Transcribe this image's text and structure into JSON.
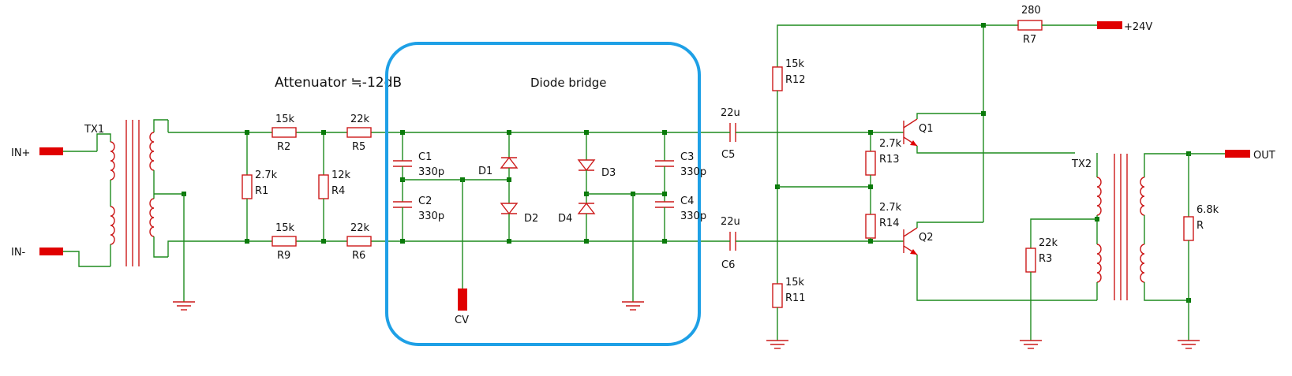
{
  "titles": {
    "attenuator": "Attenuator ≒-12dB",
    "diode_bridge": "Diode bridge"
  },
  "ports": {
    "in_plus": "IN+",
    "in_minus": "IN-",
    "out": "OUT",
    "cv": "CV",
    "supply": "+24V"
  },
  "components": {
    "tx1": "TX1",
    "tx2": "TX2",
    "r1": {
      "name": "R1",
      "value": "2.7k"
    },
    "r2": {
      "name": "R2",
      "value": "15k"
    },
    "r3": {
      "name": "R3",
      "value": "22k"
    },
    "r4": {
      "name": "R4",
      "value": "12k"
    },
    "r5": {
      "name": "R5",
      "value": "22k"
    },
    "r6": {
      "name": "R6",
      "value": "22k"
    },
    "r7": {
      "name": "R7",
      "value": "280"
    },
    "r9": {
      "name": "R9",
      "value": "15k"
    },
    "r11": {
      "name": "R11",
      "value": "15k"
    },
    "r12": {
      "name": "R12",
      "value": "15k"
    },
    "r13": {
      "name": "R13",
      "value": "2.7k"
    },
    "r14": {
      "name": "R14",
      "value": "2.7k"
    },
    "rload": {
      "name": "R",
      "value": "6.8k"
    },
    "c1": {
      "name": "C1",
      "value": "330p"
    },
    "c2": {
      "name": "C2",
      "value": "330p"
    },
    "c3": {
      "name": "C3",
      "value": "330p"
    },
    "c4": {
      "name": "C4",
      "value": "330p"
    },
    "c5": {
      "name": "C5",
      "value": "22u"
    },
    "c6": {
      "name": "C6",
      "value": "22u"
    },
    "d1": "D1",
    "d2": "D2",
    "d3": "D3",
    "d4": "D4",
    "q1": "Q1",
    "q2": "Q2"
  }
}
